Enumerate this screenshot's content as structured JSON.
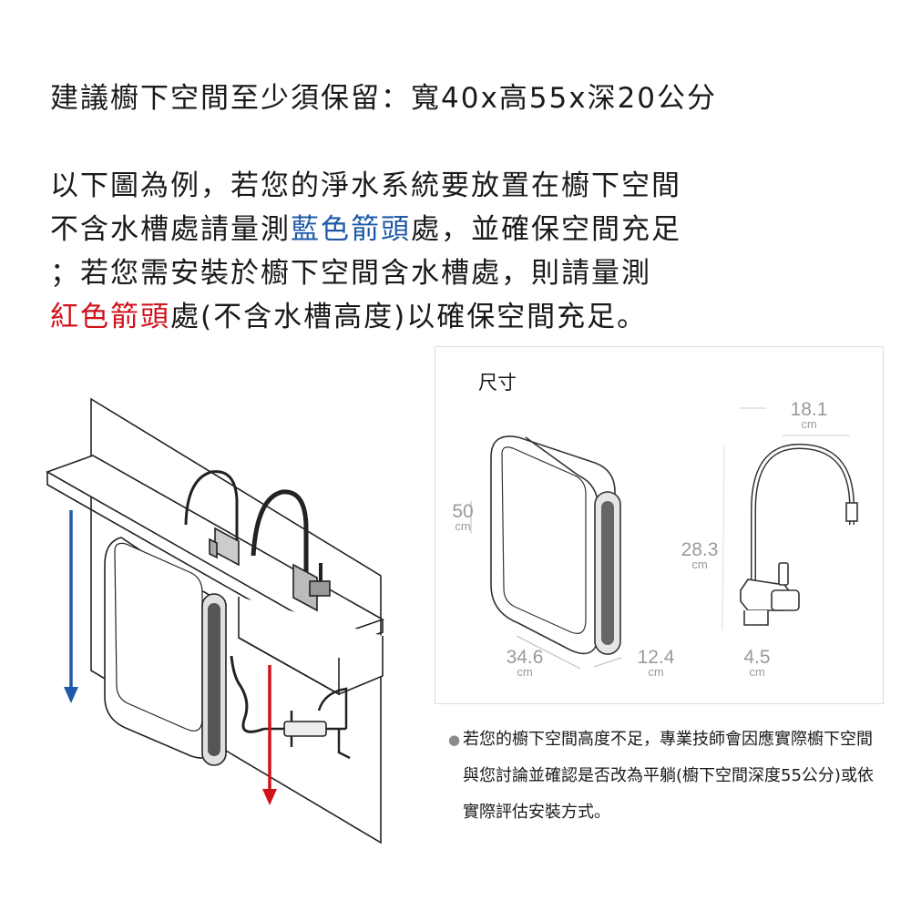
{
  "headline": "建議櫥下空間至少須保留：寬40x高55x深20公分",
  "paragraph": {
    "line1": "以下圖為例，若您的淨水系統要放置在櫥下空間",
    "line2_pre": "不含水槽處請量測",
    "line2_blue": "藍色箭頭",
    "line2_post": "處，並確保空間充足",
    "line3": "；若您需安裝於櫥下空間含水槽處，則請量測",
    "line4_red": "紅色箭頭",
    "line4_post": "處(不含水槽高度)以確保空間充足。"
  },
  "spec": {
    "title": "尺寸",
    "height": "50",
    "depth": "34.6",
    "width": "12.4",
    "faucet_reach": "18.1",
    "faucet_height": "28.3",
    "faucet_base": "4.5",
    "unit": "cm"
  },
  "note": "若您的櫥下空間高度不足，專業技師會因應實際櫥下空間與您討論並確認是否改為平躺(櫥下空間深度55公分)或依實際評估安裝方式。",
  "colors": {
    "blue_arrow": "#1f5aa8",
    "red_arrow": "#d0121b"
  }
}
